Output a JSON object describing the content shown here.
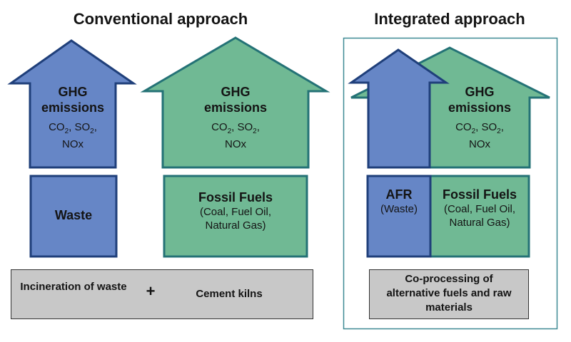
{
  "colors": {
    "blue_fill": "#6686c6",
    "blue_stroke": "#1f3f7a",
    "green_fill": "#70b994",
    "green_stroke": "#247276",
    "gray_fill": "#c8c8c8",
    "panel_border": "#3f8a94"
  },
  "conventional": {
    "title": "Conventional approach",
    "waste_arrow": {
      "line1": "GHG",
      "line2": "emissions",
      "gases": [
        "CO",
        "2",
        ", SO",
        "2",
        ","
      ],
      "gases_line2": "NOx"
    },
    "fossil_arrow": {
      "line1": "GHG",
      "line2": "emissions",
      "gases": [
        "CO",
        "2",
        ", SO",
        "2",
        ","
      ],
      "gases_line2": "NOx"
    },
    "waste_box": {
      "title": "Waste"
    },
    "fossil_box": {
      "title": "Fossil Fuels",
      "sub1": "(Coal, Fuel Oil,",
      "sub2": "Natural Gas)"
    },
    "bottom": {
      "left": "Incineration of waste",
      "plus": "+",
      "right": "Cement kilns"
    }
  },
  "integrated": {
    "title": "Integrated approach",
    "arrow": {
      "line1": "GHG",
      "line2": "emissions",
      "gases": [
        "CO",
        "2",
        ", SO",
        "2",
        ","
      ],
      "gases_line2": "NOx"
    },
    "afr_box": {
      "title": "AFR",
      "sub": "(Waste)"
    },
    "fossil_box": {
      "title": "Fossil Fuels",
      "sub1": "(Coal, Fuel Oil,",
      "sub2": "Natural Gas)"
    },
    "bottom": {
      "text": "Co-processing of alternative fuels and raw materials"
    }
  }
}
